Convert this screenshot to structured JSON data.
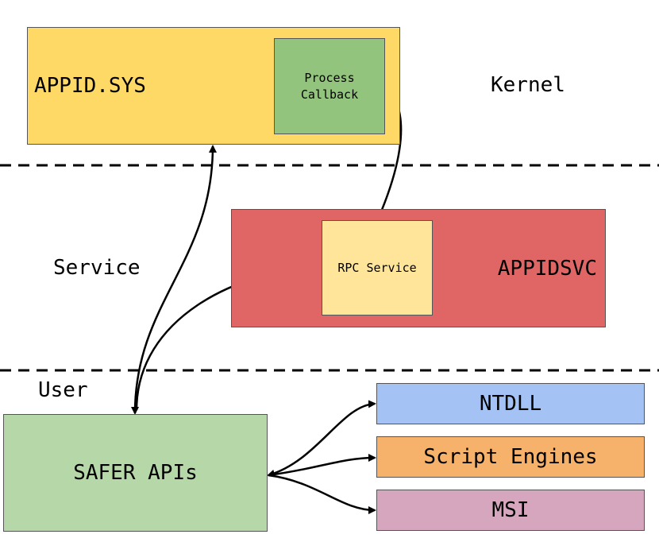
{
  "layers": {
    "kernel": "Kernel",
    "service": "Service",
    "user": "User"
  },
  "components": {
    "appid_sys": "APPID.SYS",
    "process_callback": "Process\nCallback",
    "appidsvc": "APPIDSVC",
    "rpc_service": "RPC Service",
    "safer_apis": "SAFER APIs",
    "ntdll": "NTDLL",
    "script_engines": "Script Engines",
    "msi": "MSI"
  },
  "colors": {
    "appid_sys": "#ffd966",
    "process_callback": "#93c47d",
    "appidsvc": "#e06666",
    "rpc_service": "#ffe599",
    "safer_apis": "#b6d7a8",
    "ntdll": "#a4c2f4",
    "script_engines": "#f6b26b",
    "msi": "#d5a6bd"
  }
}
